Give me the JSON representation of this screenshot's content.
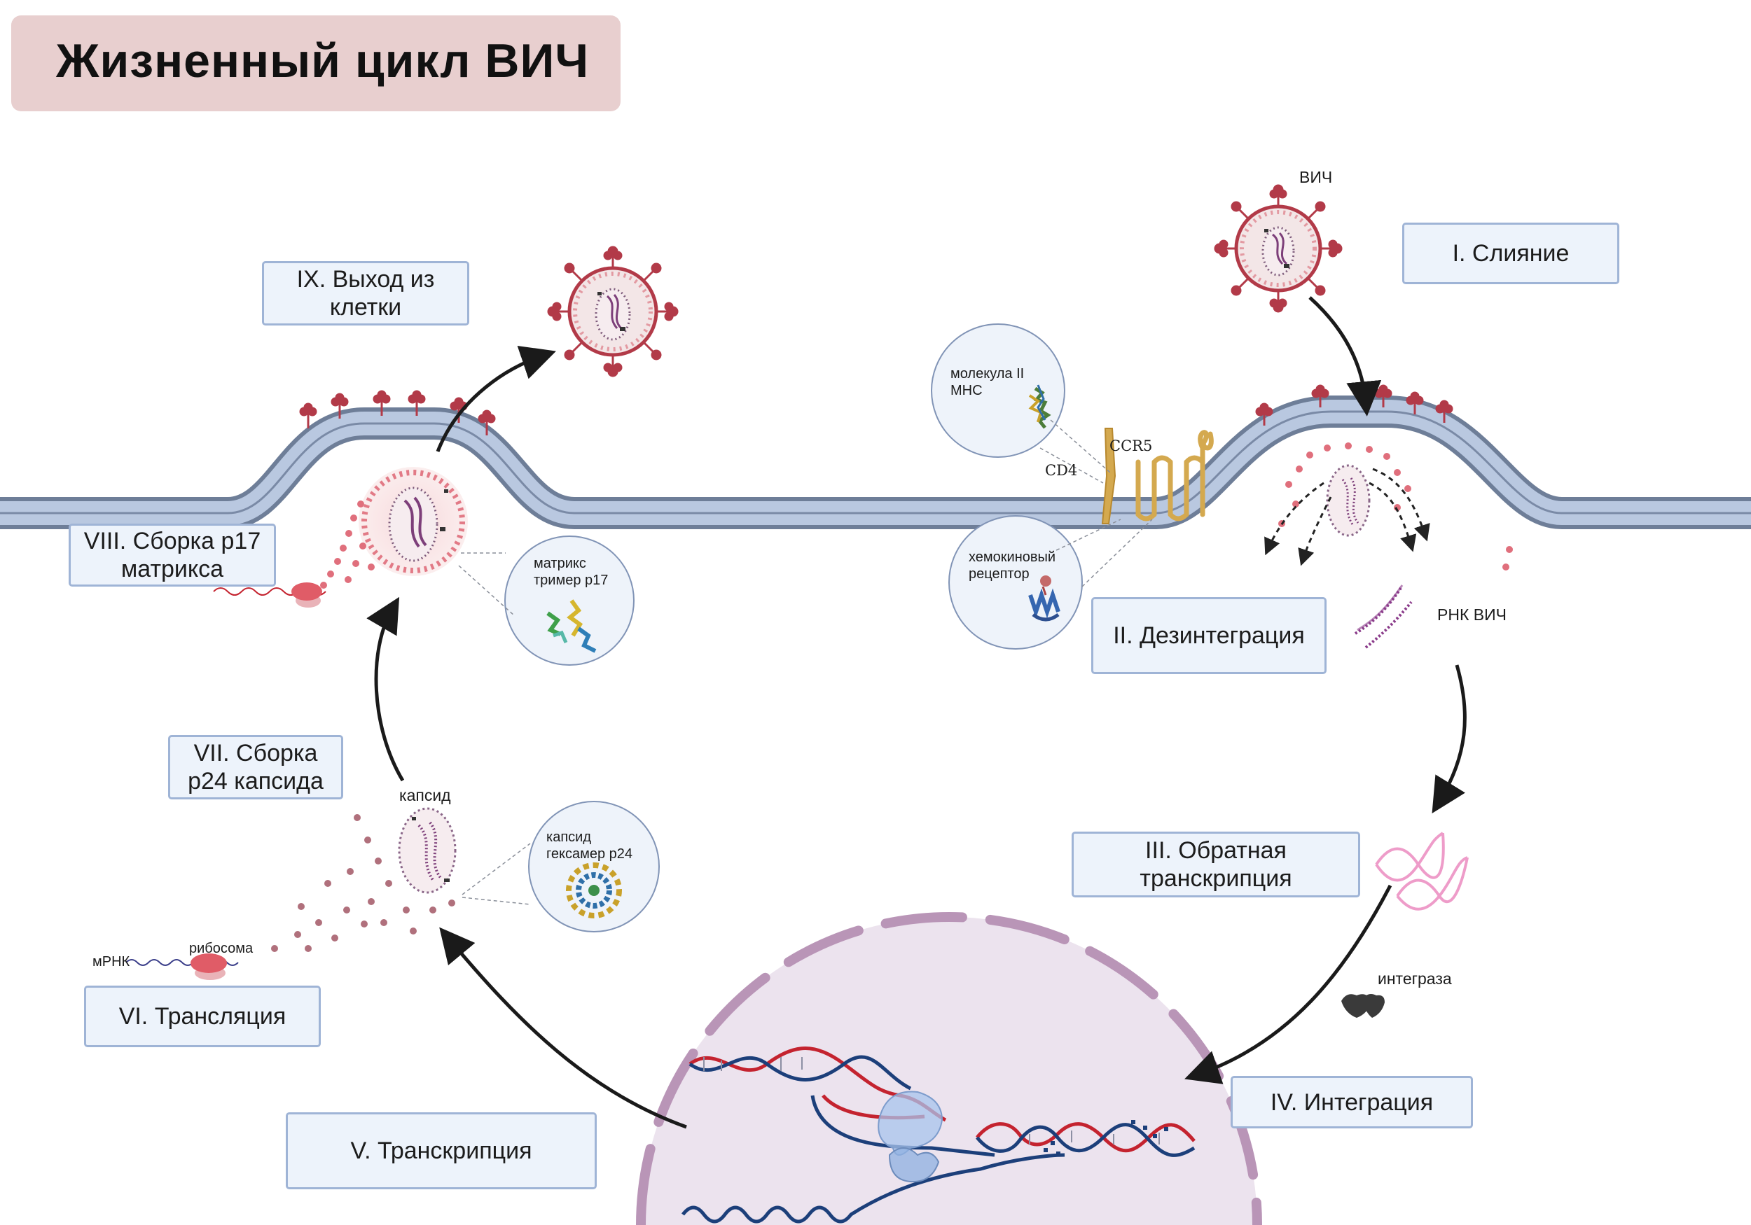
{
  "title": "Жизненный  цикл  ВИЧ",
  "stages": {
    "s1": "I. Слияние",
    "s2": "II. Дезинтеграция",
    "s3": "III.  Обратная транскрипция",
    "s4": "IV.  Интеграция",
    "s5": "V. Транскрипция",
    "s6": "VI.  Трансляция",
    "s7": "VII.  Сборка p24 капсида",
    "s8": "VIII.  Сборка p17 матрикса",
    "s9": "IX.  Выход из клетки"
  },
  "labels": {
    "hiv": "ВИЧ",
    "hiv_rna": "РНК  ВИЧ",
    "integrase": "интеграза",
    "capsid": "капсид",
    "ribosome": "рибосома",
    "mrna": "мРНК",
    "ccr5": "CCR5",
    "cd4": "CD4",
    "mhc": "молекула II МНС",
    "chemokine": "хемокиновый рецептор",
    "matrix": "матрикс тример p17",
    "hexamer": "капсид гексамер p24"
  },
  "colors": {
    "membrane_outer": "#6e7e98",
    "membrane_inner": "#b9c8e0",
    "virus": "#b23a48",
    "virus_fill": "#f3e6e7",
    "nucleus_fill": "#ece3ee",
    "nucleus_border": "#b995b7",
    "stage_fill": "#edf3fb",
    "stage_border": "#9fb4d6",
    "title_fill": "#e8cfcf",
    "dna_red": "#c4232f",
    "dna_blue": "#1c3f7a",
    "receptor_gold": "#d4a94f"
  },
  "icons": [
    "hiv-virion-icon",
    "protein-structure-icon",
    "ribosome-icon",
    "integrase-icon",
    "rna-strand-icon",
    "dna-helix-icon",
    "polymerase-icon",
    "capsid-icon",
    "arrow-icon"
  ]
}
